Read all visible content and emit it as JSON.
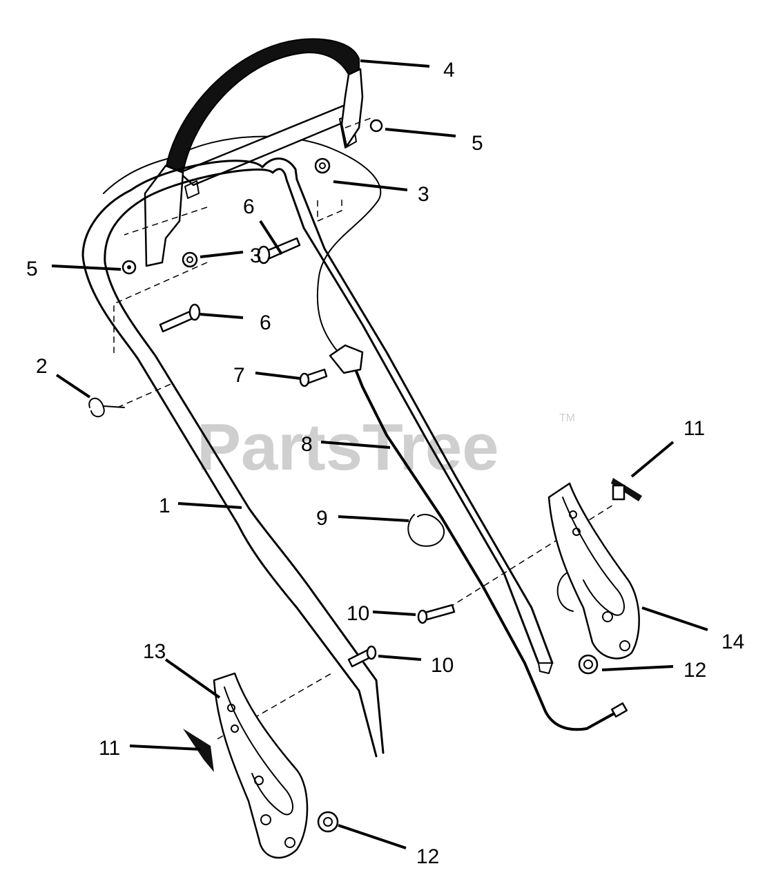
{
  "watermark": {
    "text": "PartsTree",
    "trademark": "TM"
  },
  "callouts": [
    {
      "id": "c4a",
      "label": "4"
    },
    {
      "id": "c5a",
      "label": "5"
    },
    {
      "id": "c3a",
      "label": "3"
    },
    {
      "id": "c6a",
      "label": "6"
    },
    {
      "id": "c5b",
      "label": "5"
    },
    {
      "id": "c3b",
      "label": "3"
    },
    {
      "id": "c6b",
      "label": "6"
    },
    {
      "id": "c2",
      "label": "2"
    },
    {
      "id": "c7",
      "label": "7"
    },
    {
      "id": "c8",
      "label": "8"
    },
    {
      "id": "c11a",
      "label": "11"
    },
    {
      "id": "c9",
      "label": "9"
    },
    {
      "id": "c1",
      "label": "1"
    },
    {
      "id": "c10a",
      "label": "10"
    },
    {
      "id": "c14",
      "label": "14"
    },
    {
      "id": "c13",
      "label": "13"
    },
    {
      "id": "c10b",
      "label": "10"
    },
    {
      "id": "c12a",
      "label": "12"
    },
    {
      "id": "c11b",
      "label": "11"
    },
    {
      "id": "c12b",
      "label": "12"
    }
  ]
}
